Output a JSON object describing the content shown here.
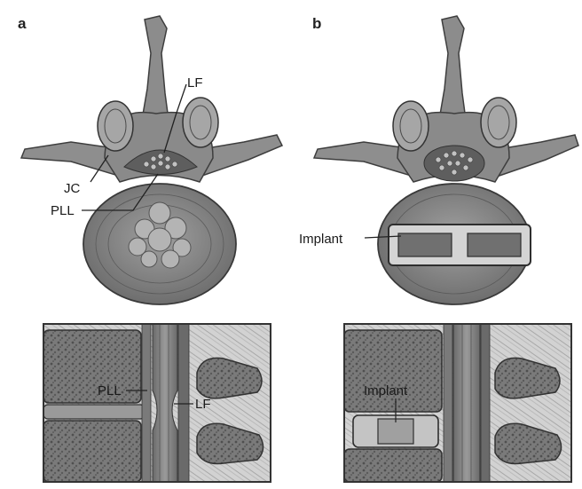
{
  "panels": [
    {
      "letter": "a",
      "axial_labels": {
        "lf": "LF",
        "jc": "JC",
        "pll": "PLL"
      },
      "sagittal_labels": {
        "pll": "PLL",
        "lf": "LF"
      }
    },
    {
      "letter": "b",
      "axial_labels": {
        "implant": "Implant"
      },
      "sagittal_labels": {
        "implant": "Implant"
      }
    }
  ],
  "colors": {
    "bone": "#9a9a9a",
    "bone_dark": "#6d6d6d",
    "disc": "#8a8a8a",
    "fragment": "#b4b4b4",
    "box_border": "#333333",
    "muscle": "#c8c8c8"
  }
}
